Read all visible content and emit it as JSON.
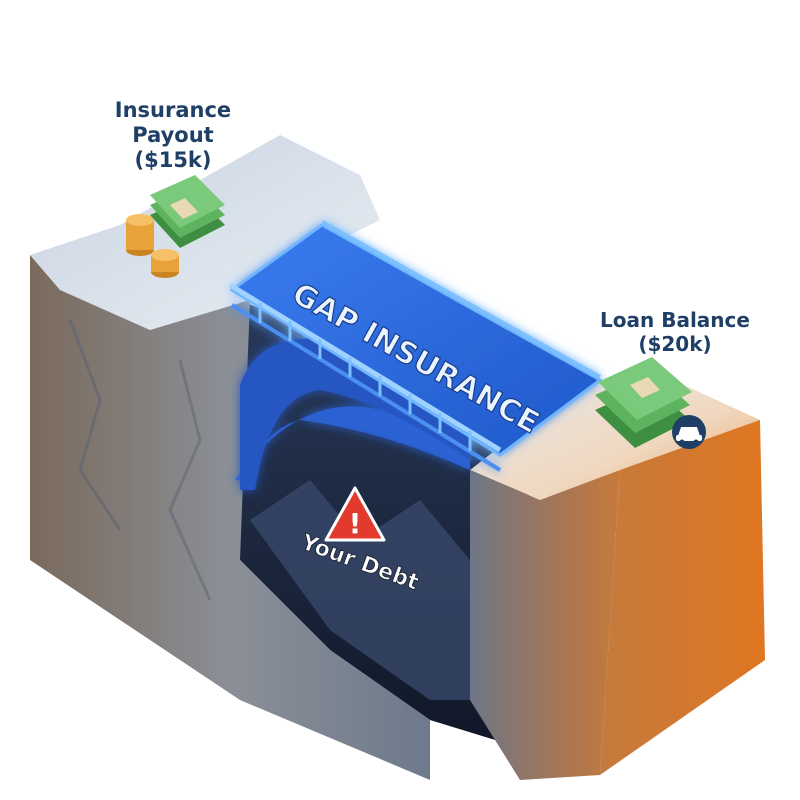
{
  "bridge": {
    "label": "GAP INSURANCE"
  },
  "left_cliff": {
    "label_line1": "Insurance",
    "label_line2": "Payout",
    "label_line3": "($15k)"
  },
  "right_cliff": {
    "label_line1": "Loan Balance",
    "label_line2": "($20k)"
  },
  "chasm": {
    "label": "Your Debt",
    "warning": "!"
  },
  "colors": {
    "text": "#1f3f66",
    "bridge_blue": "#2f6fe0",
    "bridge_glow": "#5aa8ff",
    "cliff_gray": "#8a8f99",
    "cliff_orange": "#d9772b",
    "warning_red": "#e23b2e",
    "cash_green": "#4a9a4a",
    "coin_gold": "#e8a23a"
  },
  "icons": [
    "coin-stack-icon",
    "cash-stack-icon",
    "warning-icon",
    "car-icon"
  ]
}
